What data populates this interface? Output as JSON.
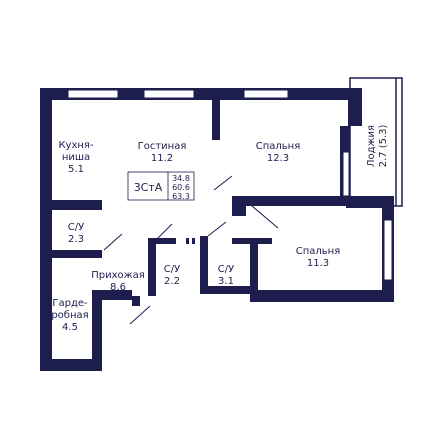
{
  "colors": {
    "wall": "#1e1e4e",
    "window": "#ffffff",
    "text": "#1e1e4e"
  },
  "rooms": {
    "kitchen": {
      "name_line1": "Кухня-",
      "name_line2": "ниша",
      "area": "5.1"
    },
    "living": {
      "name": "Гостиная",
      "area": "11.2"
    },
    "bedroom1": {
      "name": "Спальня",
      "area": "12.3"
    },
    "bedroom2": {
      "name": "Спальня",
      "area": "11.3"
    },
    "loggia": {
      "name": "Лоджия",
      "area": "2.7 (5.3)"
    },
    "wc1": {
      "name": "С/У",
      "area": "2.3"
    },
    "wc2": {
      "name": "С/У",
      "area": "2.2"
    },
    "wc3": {
      "name": "С/У",
      "area": "3.1"
    },
    "hall": {
      "name": "Прихожая",
      "area": "8.6"
    },
    "wardrobe": {
      "name_line1": "Гарде-",
      "name_line2": "робная",
      "area": "4.5"
    }
  },
  "badge": {
    "type": "3СтА",
    "area_living": "34.8",
    "area_total": "60.6",
    "area_full": "63.3"
  }
}
